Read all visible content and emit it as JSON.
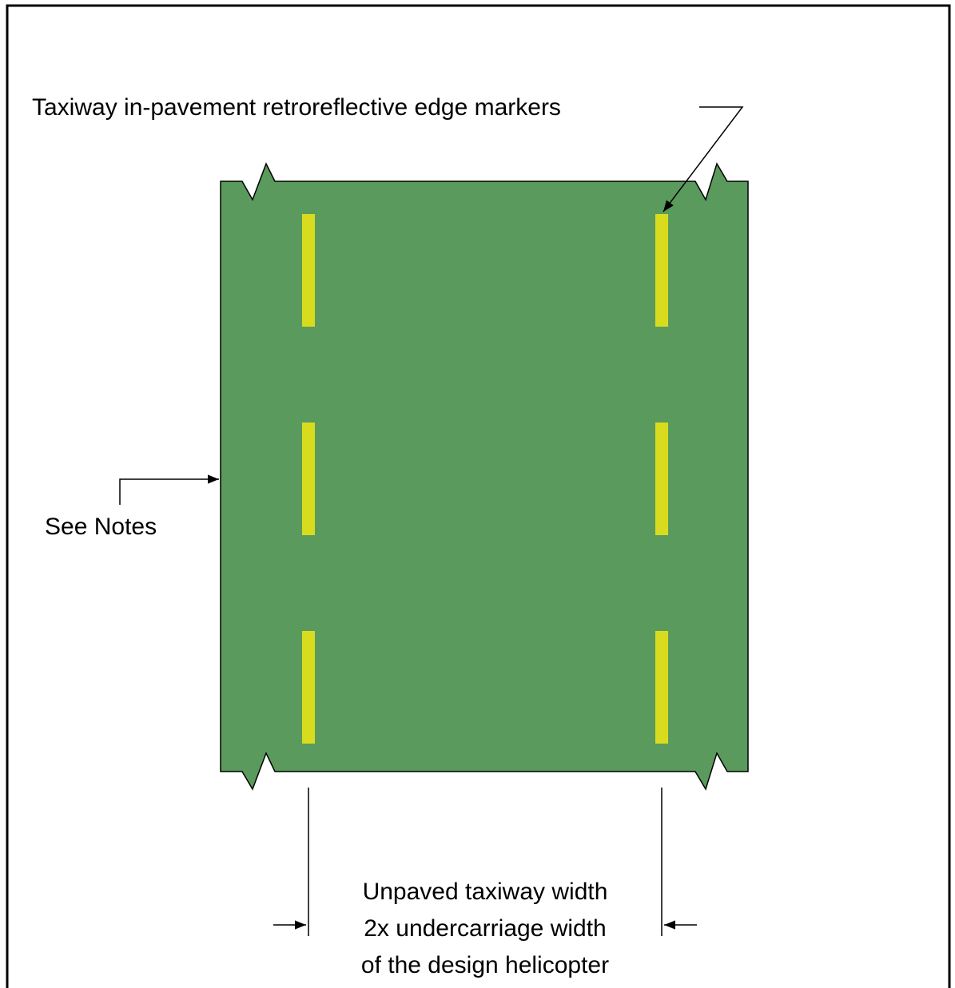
{
  "labels": {
    "markers": "Taxiway in-pavement retroreflective edge markers",
    "see_notes": "See Notes",
    "width_line1": "Unpaved taxiway width",
    "width_line2": "2x undercarriage width",
    "width_line3": "of the design helicopter"
  },
  "colors": {
    "turf": "#5a9a5c",
    "marker": "#d9dc1e",
    "outline": "#000000",
    "background": "#ffffff"
  },
  "markers": {
    "count_per_side": 3,
    "sides": [
      "left",
      "right"
    ]
  }
}
